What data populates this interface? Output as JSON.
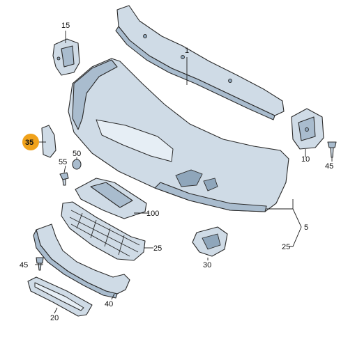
{
  "callouts": {
    "p1": "1",
    "p5": "5",
    "p10": "10",
    "p15": "15",
    "p20": "20",
    "p25a": "25",
    "p25b": "25",
    "p30": "30",
    "p35": "35",
    "p40": "40",
    "p45a": "45",
    "p45b": "45",
    "p50": "50",
    "p55": "55",
    "p100": "100"
  },
  "colors": {
    "highlight": "#f0a21b",
    "part_fill": "#cfdbe6",
    "part_shade": "#a9bcce"
  }
}
